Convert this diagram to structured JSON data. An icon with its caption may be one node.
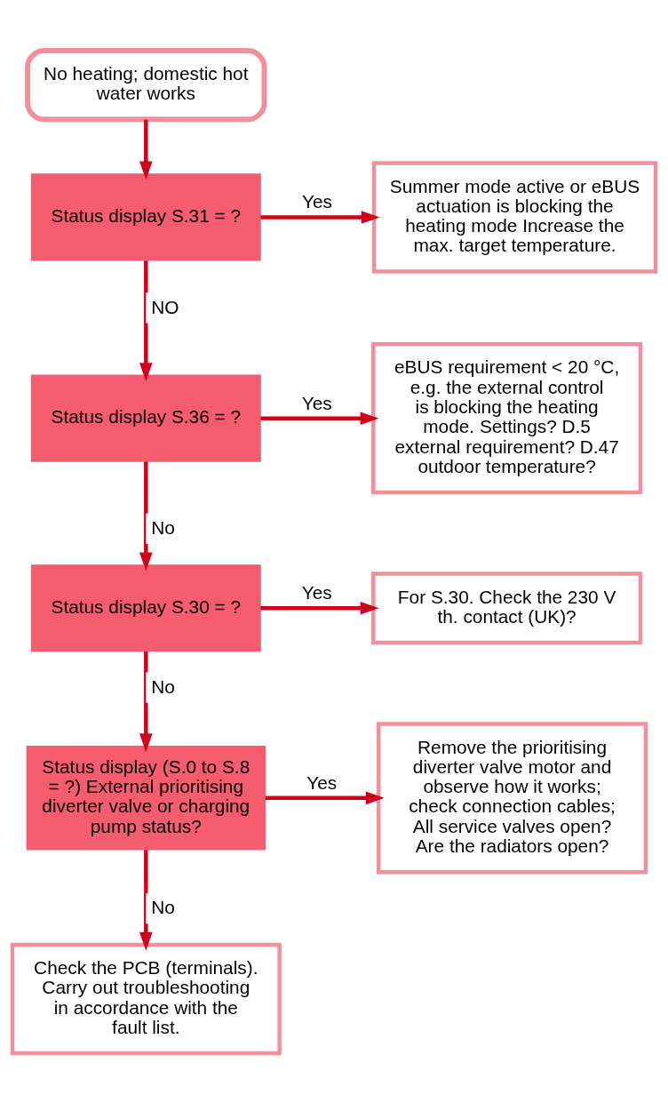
{
  "diagram": {
    "nodes": [
      {
        "text": [
          "No heating; domestic hot water works"
        ]
      },
      {
        "text": [
          "Status display S.31 = ?"
        ]
      },
      {
        "text": [
          "Summer mode active or eBUS actuation is blocking the heating mode Increase the max. target temperature."
        ]
      },
      {
        "text": [
          "Status display S.36 = ?"
        ]
      },
      {
        "text": [
          "eBUS requirement < 20 °C, e.g. the external control is blocking the heating mode. Settings? D.5 external requirement? D.47 outdoor temperature?"
        ]
      },
      {
        "text": [
          "Status display S.30 = ?"
        ]
      },
      {
        "text": [
          "For S.30. Check the 230 V th. contact (UK)?"
        ]
      },
      {
        "text": [
          "Status display (S.0 to S.8 = ?) External prioritising diverter valve or charging pump status?"
        ]
      },
      {
        "text": [
          "Remove the prioritising diverter valve motor and observe how it works; check connection cables; All service valves open? Are the radiators open?"
        ]
      },
      {
        "text": [
          "Check the PCB (terminals). Carry out troubleshooting in accordance with the fault list."
        ]
      }
    ],
    "edges": [
      {
        "from": 0,
        "to": 1,
        "arrow": "to"
      },
      {
        "from": 1,
        "to": 2,
        "arrow": "to",
        "label": "Yes"
      },
      {
        "from": 1,
        "to": 3,
        "arrow": "to",
        "label": "NO"
      },
      {
        "from": 3,
        "to": 4,
        "arrow": "to",
        "label": "Yes"
      },
      {
        "from": 3,
        "to": 5,
        "arrow": "to",
        "label": "No"
      },
      {
        "from": 5,
        "to": 6,
        "arrow": "to",
        "label": "Yes"
      },
      {
        "from": 5,
        "to": 7,
        "arrow": "to",
        "label": "No"
      },
      {
        "from": 7,
        "to": 8,
        "arrow": "to",
        "label": "Yes"
      },
      {
        "from": 7,
        "to": 9,
        "arrow": "to",
        "label": "No"
      }
    ]
  }
}
